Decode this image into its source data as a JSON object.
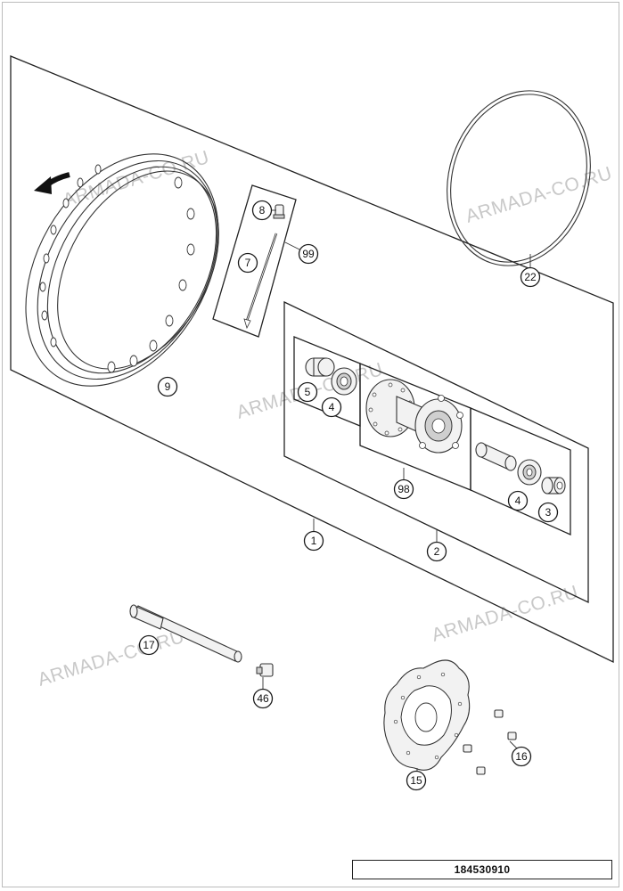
{
  "watermark_text": "ARMADA-CO.RU",
  "drawing_number": "184530910",
  "callouts": {
    "c1": "1",
    "c2": "2",
    "c3": "3",
    "c4a": "4",
    "c4b": "4",
    "c5": "5",
    "c7": "7",
    "c8": "8",
    "c9": "9",
    "c15": "15",
    "c16": "16",
    "c17": "17",
    "c22": "22",
    "c46": "46",
    "c98": "98",
    "c99": "99"
  },
  "icons": {
    "direction_arrow": "rotation-direction-arrow-icon"
  }
}
